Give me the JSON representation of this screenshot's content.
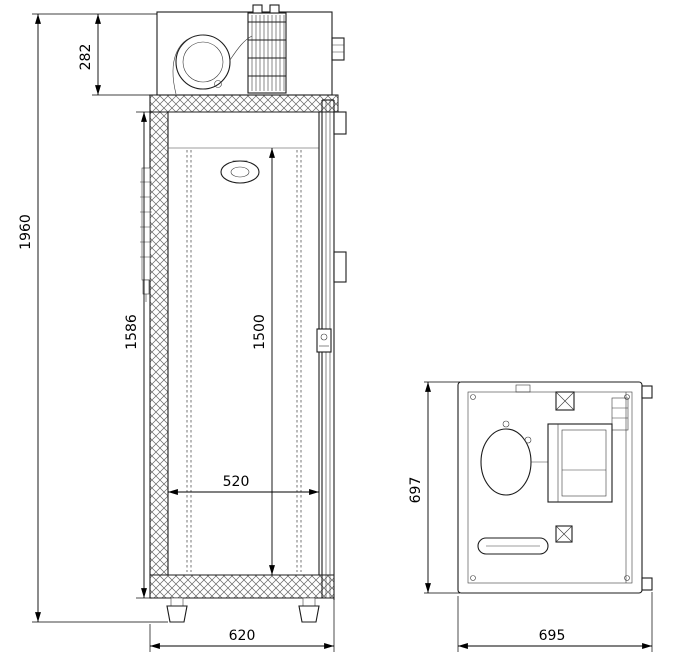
{
  "drawing": {
    "type": "technical-dimension-drawing",
    "views": {
      "front": "front sectional view of upright refrigerated cabinet",
      "top": "plan view of machine compartment"
    },
    "dimensions": {
      "front": {
        "overall_height": "1960",
        "machine_top_height": "282",
        "inner_height": "1586",
        "chamber_height": "1500",
        "chamber_width": "520",
        "overall_width": "620"
      },
      "top": {
        "overall_depth": "697",
        "overall_width": "695"
      }
    },
    "line_color": "#1c1c1c",
    "background_color": "#ffffff"
  }
}
